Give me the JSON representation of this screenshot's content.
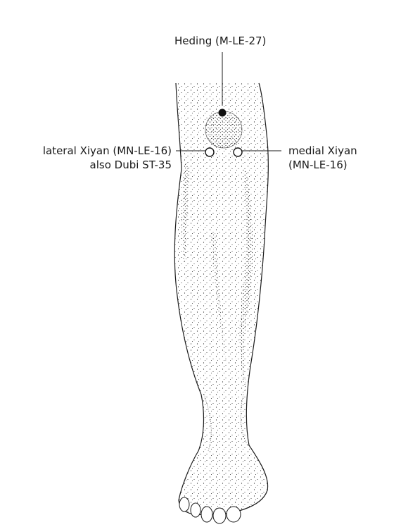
{
  "points": {
    "heding": {
      "label": "Heding (M-LE-27)",
      "marker": "filled"
    },
    "lateral_xiyan": {
      "line1": "lateral Xiyan (MN-LE-16)",
      "line2": "also Dubi ST-35",
      "marker": "open"
    },
    "medial_xiyan": {
      "line1": "medial Xiyan",
      "line2": "(MN-LE-16)",
      "marker": "open"
    }
  },
  "colors": {
    "ink": "#1a1a1a",
    "stipple": "#222222",
    "background": "#ffffff"
  }
}
